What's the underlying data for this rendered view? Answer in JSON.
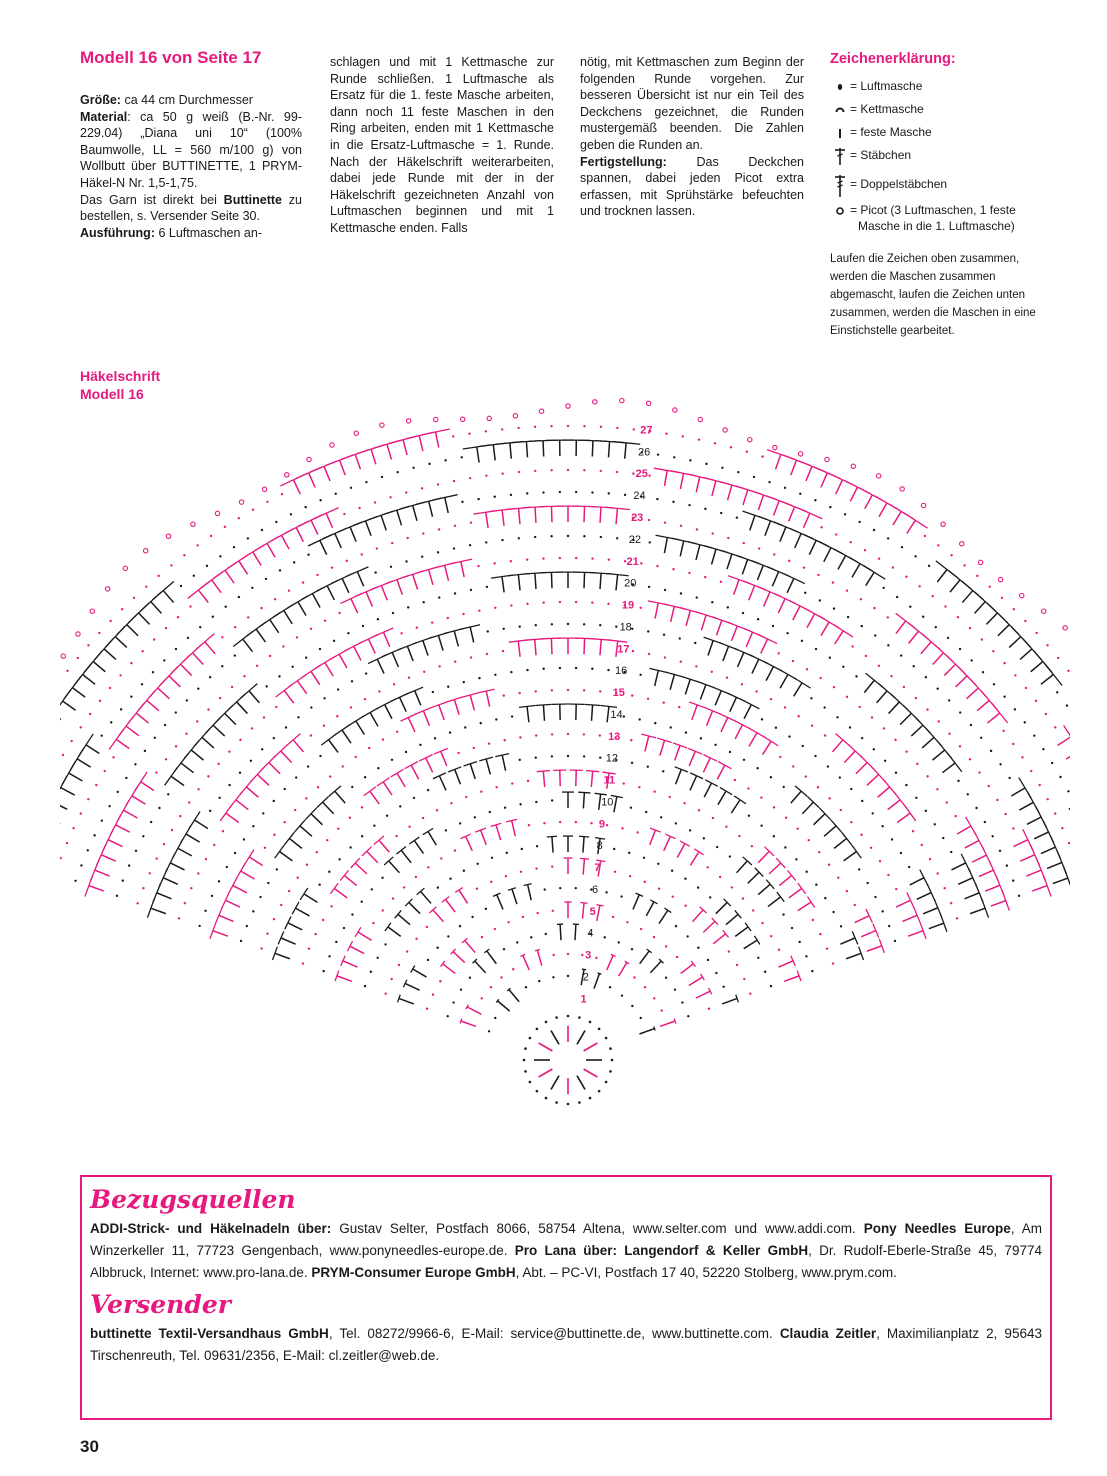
{
  "header": {
    "title": "Modell 16 von Seite 17"
  },
  "col1": {
    "groesse_label": "Größe:",
    "groesse": " ca 44 cm Durchmesser",
    "material_label": "Material",
    "material": ": ca 50 g weiß (B.-Nr. 99-229.04) „Diana uni 10“ (100% Baumwolle, LL = 560 m/100 g) von Wollbutt über BUTTINETTE, 1 PRYM-Häkel-N Nr. 1,5-1,75.",
    "garn_a": "Das Garn ist direkt bei ",
    "garn_b": "Buttinette",
    "garn_c": " zu bestellen, s. Versender Seite 30.",
    "ausf_label": "Ausführung:",
    "ausf": " 6 Luftmaschen an-"
  },
  "col2": {
    "text": "schlagen und mit 1 Kettmasche zur Runde schließen. 1 Luftmasche als Ersatz für die 1. feste Masche arbeiten, dann noch 11 feste Maschen in den Ring arbeiten, enden mit 1 Kettmasche in die Ersatz-Luftmasche = 1. Runde. Nach der Häkelschrift weiterarbeiten, dabei jede Runde mit der in der Häkelschrift gezeichneten Anzahl von Luftmaschen beginnen und mit 1 Kettmasche enden. Falls"
  },
  "col3": {
    "text": "nötig, mit Kettmaschen zum Beginn der folgenden Runde vorgehen. Zur besseren Übersicht ist nur ein Teil des Deckchens gezeichnet, die Runden mustergemäß beenden. Die Zahlen geben die Runden an.",
    "fert_label": "Fertigstellung:",
    "fert": " Das Deckchen spannen, dabei jeden Picot extra erfassen, mit Sprühstärke befeuchten und trocknen lassen."
  },
  "legend": {
    "title": "Zeichenerklärung:",
    "items": [
      "= Luftmasche",
      "= Kettmasche",
      "= feste Masche",
      "= Stäbchen",
      "= Doppelstäbchen",
      "= Picot (3 Luftmaschen, 1 feste"
    ],
    "picot_sub": "Masche in die 1. Luftmasche)",
    "note": "Laufen die Zeichen oben zusammen, werden die Maschen zusammen abgemascht, laufen die Zeichen unten zusammen, werden die Maschen in eine Einstichstelle gearbeitet."
  },
  "diagram": {
    "label_line1": "Häkelschrift",
    "label_line2": "Modell 16",
    "round_numbers": [
      "1",
      "2",
      "3",
      "4",
      "5",
      "6",
      "7",
      "8",
      "9",
      "10",
      "11",
      "12",
      "13",
      "14",
      "15",
      "16",
      "17",
      "18",
      "19",
      "20",
      "21",
      "22",
      "23",
      "24",
      "25",
      "26",
      "27"
    ],
    "colors": {
      "magenta": "#e6197f",
      "black": "#1a1a1a"
    }
  },
  "bezug": {
    "title": "Bezugsquellen",
    "s1": "ADDI-Strick- und Häkelnadeln über:",
    "t1": " Gustav Selter, Postfach 8066, 58754 Altena, www.selter.com und www.addi.com. ",
    "s2": "Pony Needles Europe",
    "t2": ", Am Winzerkeller 11, 77723 Gengenbach, www.ponyneedles-europe.de. ",
    "s3": "Pro Lana über: Langendorf & Keller GmbH",
    "t3": ", Dr. Rudolf-Eberle-Straße 45, 79774 Albbruck, Internet: www.pro-lana.de. ",
    "s4": "PRYM-Consumer Europe GmbH",
    "t4": ", Abt. – PC-VI, Postfach 17 40, 52220 Stolberg, www.prym.com."
  },
  "versender": {
    "title": "Versender",
    "s1": "buttinette Textil-Versandhaus GmbH",
    "t1": ", Tel. 08272/9966-6, E-Mail: service@buttinette.de, www.buttinette.com. ",
    "s2": "Claudia Zeitler",
    "t2": ", Maximilianplatz 2, 95643 Tirschenreuth, Tel. 09631/2356, E-Mail: cl.zeitler@web.de."
  },
  "page_number": "30"
}
